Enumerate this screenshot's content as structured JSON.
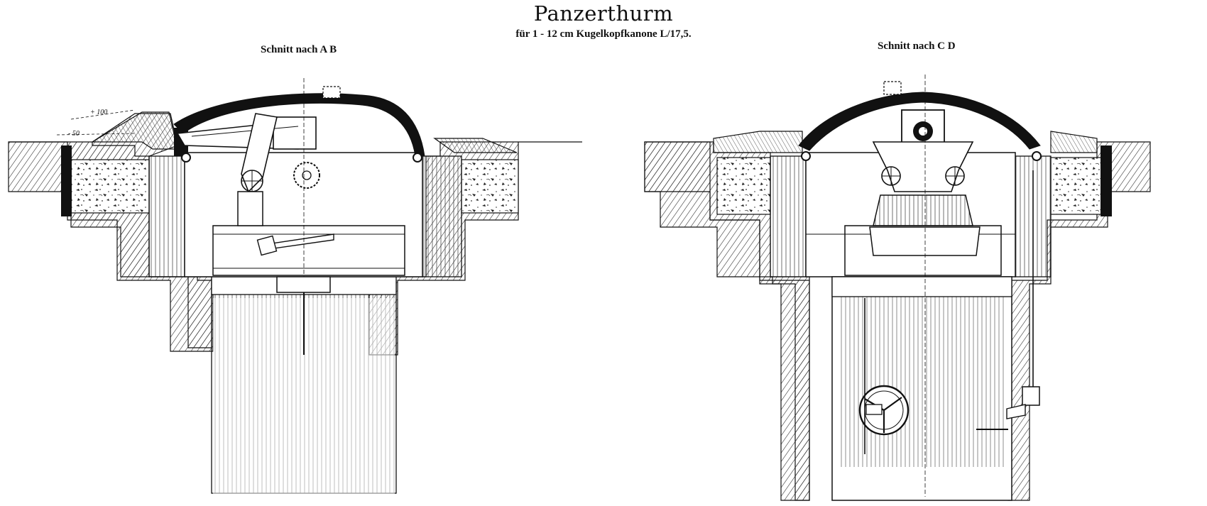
{
  "title": "Panzerthurm",
  "subtitle": "für 1 - 12 cm Kugelkopfkanone L/17,5.",
  "sections": [
    {
      "label": "Schnitt nach A B"
    },
    {
      "label": "Schnitt nach C D"
    }
  ],
  "elevations": [
    {
      "label": "+ 100"
    },
    {
      "label": "- 50"
    }
  ],
  "colors": {
    "ink": "#111111",
    "paper": "#ffffff"
  }
}
